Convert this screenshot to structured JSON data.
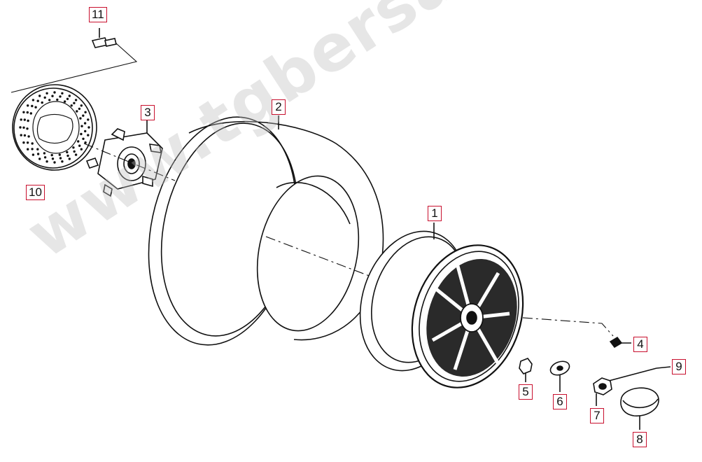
{
  "watermark": "www.tgbersatzteile.de",
  "colors": {
    "callout_border": "#c8102e",
    "line": "#111111"
  },
  "callouts": [
    {
      "label": "1"
    },
    {
      "label": "2"
    },
    {
      "label": "3"
    },
    {
      "label": "4"
    },
    {
      "label": "5"
    },
    {
      "label": "6"
    },
    {
      "label": "7"
    },
    {
      "label": "8"
    },
    {
      "label": "9"
    },
    {
      "label": "10"
    },
    {
      "label": "11"
    }
  ]
}
